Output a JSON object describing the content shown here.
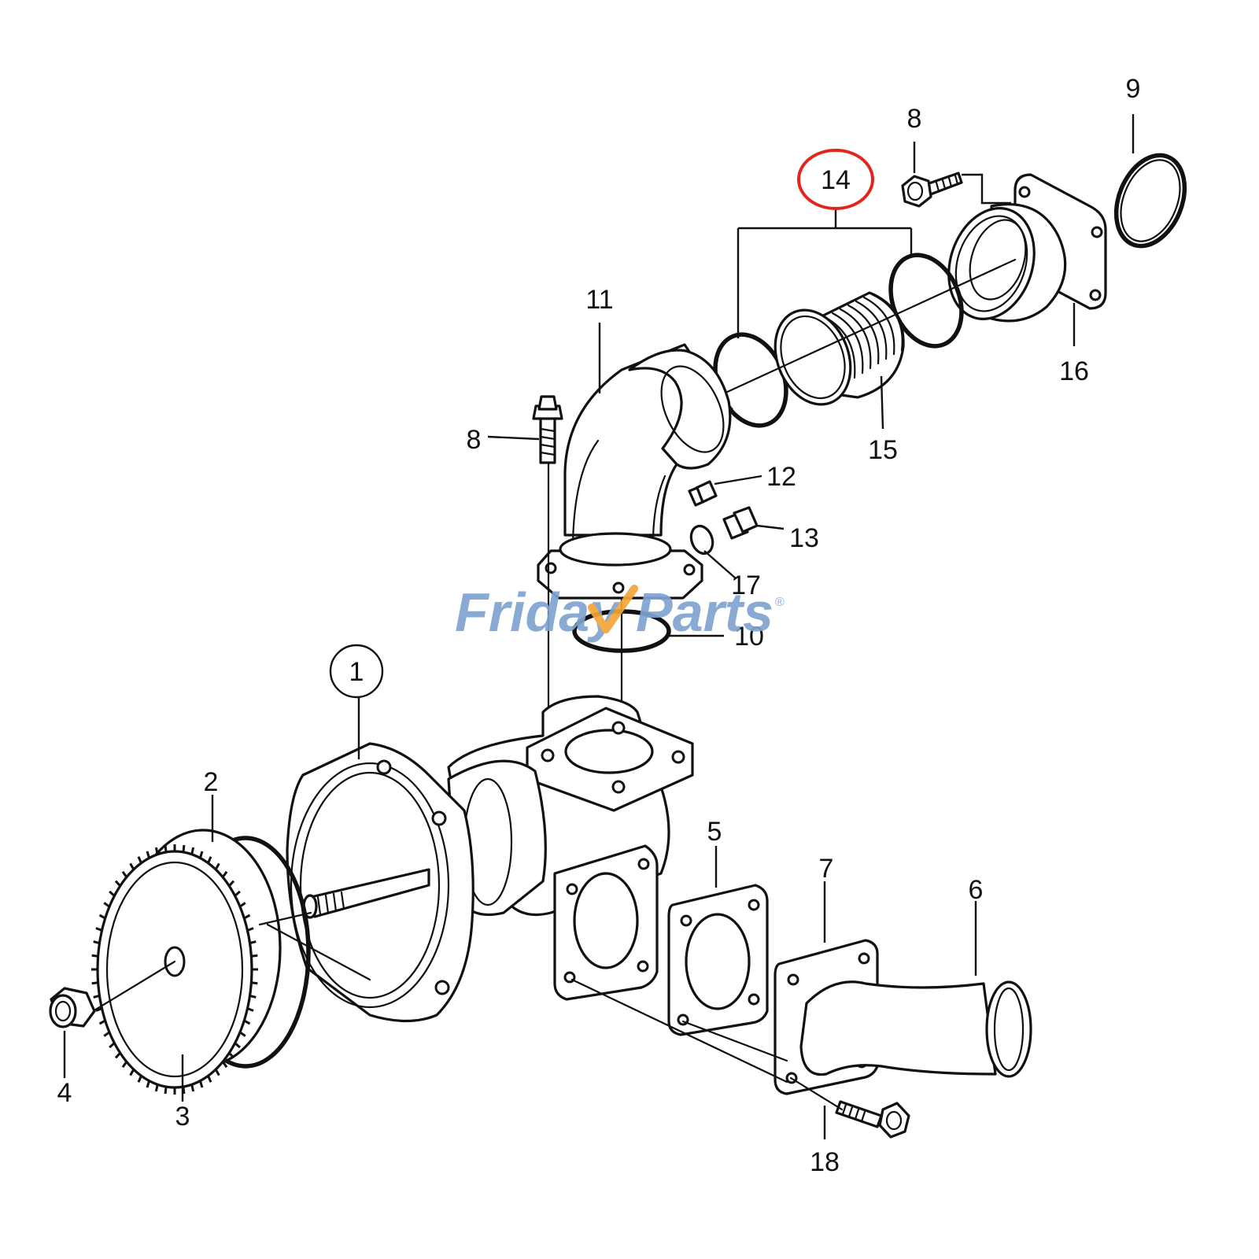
{
  "diagram": {
    "callouts": [
      "1",
      "2",
      "3",
      "4",
      "5",
      "6",
      "7",
      "8",
      "8",
      "9",
      "10",
      "11",
      "12",
      "13",
      "14",
      "15",
      "16",
      "17",
      "18"
    ],
    "highlighted_callout": "14"
  },
  "watermark": {
    "text_part1": "Friday",
    "text_part2": "Parts",
    "registered_mark": "®"
  },
  "colors": {
    "highlight_circle": "#e0261f",
    "watermark_blue": "#7fa3cf",
    "watermark_orange": "#f2a638",
    "line_art": "#111111"
  }
}
